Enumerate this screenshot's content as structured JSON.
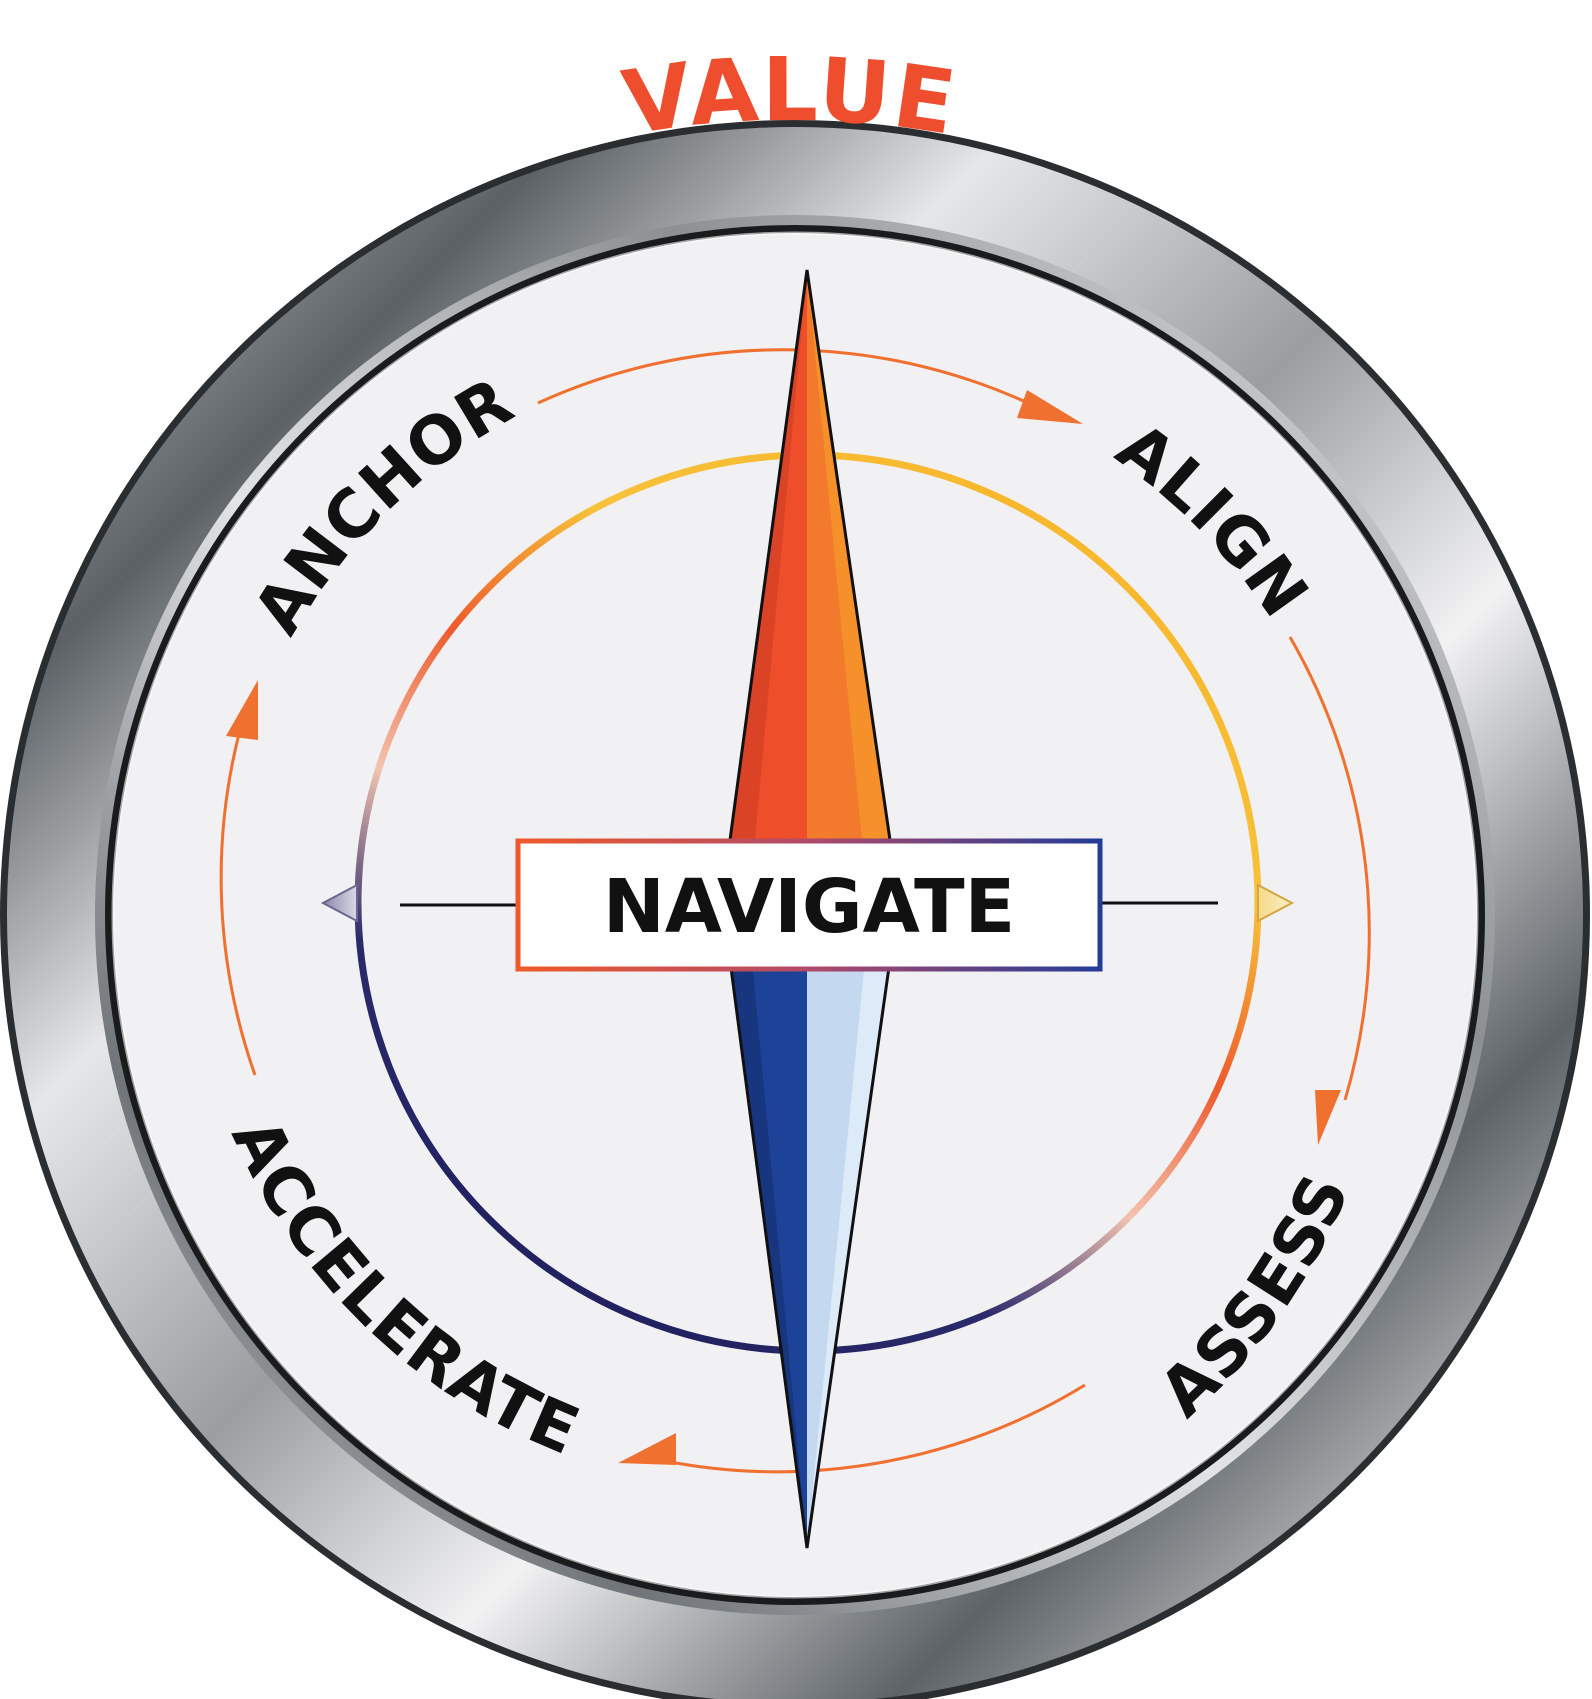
{
  "title": "VALUE",
  "center": "NAVIGATE",
  "stages": [
    {
      "label": "ANCHOR"
    },
    {
      "label": "ALIGN"
    },
    {
      "label": "ASSESS"
    },
    {
      "label": "ACCELERATE"
    }
  ],
  "colors": {
    "title": "#EE4E2E",
    "arrows": "#F07030",
    "needle_north_dark": "#EF4E2A",
    "needle_north_light": "#F37A2C",
    "needle_south_dark": "#1C4397",
    "needle_south_light": "#C4D9F0",
    "dial_face": "#F1F0F2",
    "bezel": "#8F9294",
    "label": "#111111",
    "center_border_left": "#EF5A2A",
    "center_border_right": "#233C97"
  },
  "icons": {
    "needle": "compass-needle-icon",
    "bezel": "compass-bezel-icon"
  }
}
